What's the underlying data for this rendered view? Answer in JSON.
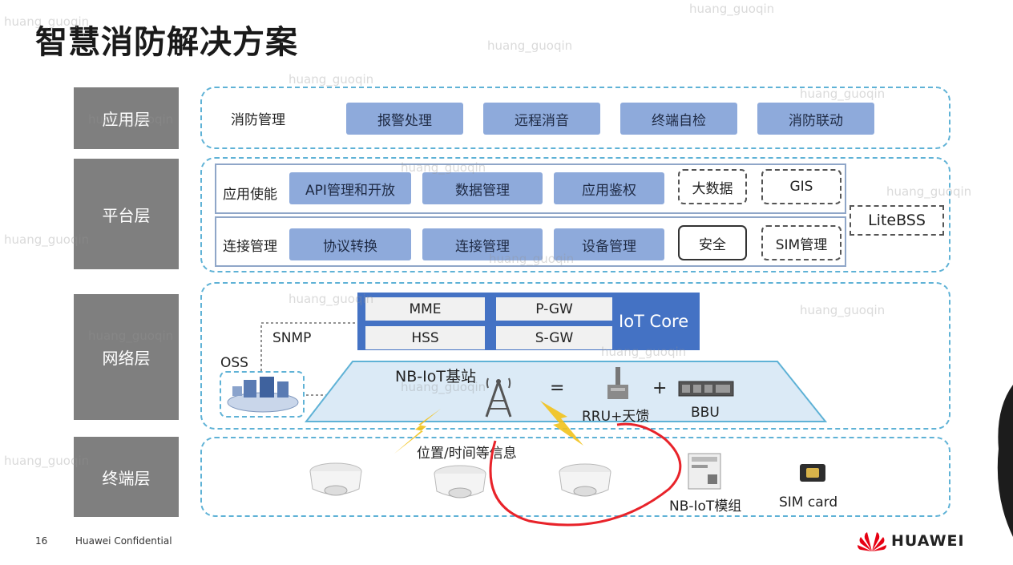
{
  "title": "智慧消防解决方案",
  "layers": {
    "application": "应用层",
    "platform": "平台层",
    "network": "网络层",
    "terminal": "终端层"
  },
  "application_row": {
    "label": "消防管理",
    "items": [
      "报警处理",
      "远程消音",
      "终端自检",
      "消防联动"
    ]
  },
  "platform": {
    "enable": {
      "label": "应用使能",
      "items": [
        "API管理和开放",
        "数据管理",
        "应用鉴权"
      ],
      "dashed": [
        "大数据",
        "GIS"
      ]
    },
    "connect": {
      "label": "连接管理",
      "items": [
        "协议转换",
        "连接管理",
        "设备管理"
      ],
      "solid": "安全",
      "dashed": "SIM管理"
    },
    "litebss": "LiteBSS"
  },
  "network": {
    "core_cells": [
      "MME",
      "P-GW",
      "HSS",
      "S-GW"
    ],
    "core_label": "IoT Core",
    "snmp": "SNMP",
    "oss": "OSS",
    "base_station": "NB-IoT基站",
    "equals": "=",
    "plus": "+",
    "rru": "RRU+天馈",
    "bbu": "BBU"
  },
  "terminal": {
    "info": "位置/时间等信息",
    "module": "NB-IoT模组",
    "sim": "SIM card"
  },
  "footer": {
    "page": "16",
    "confidential": "Huawei Confidential",
    "brand": "HUAWEI"
  },
  "watermark": "huang_guoqin",
  "colors": {
    "accent_blue": "#8eaadb",
    "core_blue": "#4472c4",
    "dashed_border": "#5fb2d6",
    "layer_gray": "#7f7f7f",
    "annotation_red": "#e8232a",
    "huawei_red": "#e60012"
  }
}
